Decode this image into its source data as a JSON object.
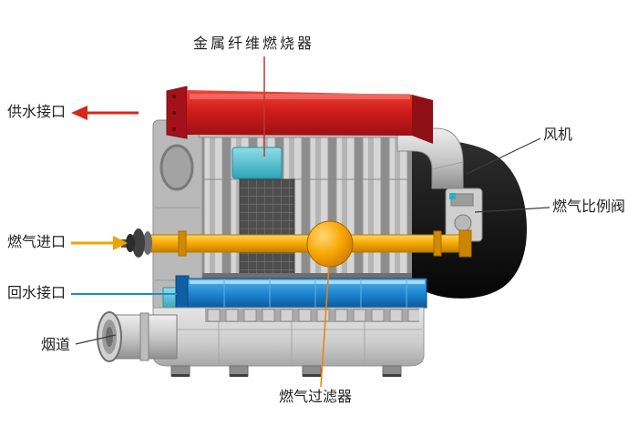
{
  "diagram": {
    "labels": {
      "burner": "金属纤维燃烧器",
      "water_supply": "供水接口",
      "fan": "风机",
      "gas_proportional_valve": "燃气比例阀",
      "gas_inlet": "燃气进口",
      "water_return": "回水接口",
      "flue": "烟道",
      "gas_filter": "燃气过滤器"
    },
    "colors": {
      "red": "#d8251c",
      "burner_line": "#c0392b",
      "yellow": "#f2a200",
      "orange": "#ef8300",
      "return_blue": "#1e88d2",
      "line_dark": "#3c3c3c",
      "cyan": "#49b9cc",
      "text": "#1f1f1f"
    }
  }
}
